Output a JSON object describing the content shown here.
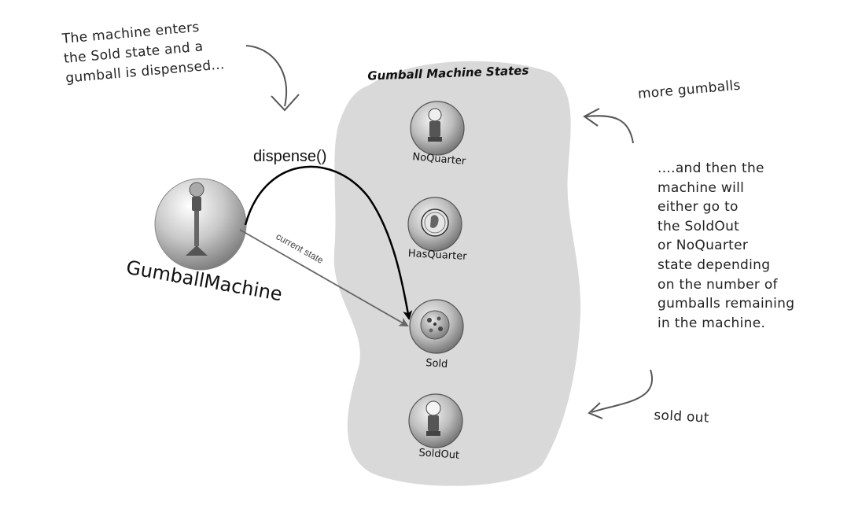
{
  "diagram": {
    "title": "Gumball Machine States",
    "machine_label": "GumballMachine",
    "method_label": "dispense()",
    "pointer_label": "current state",
    "states": [
      {
        "name": "NoQuarter",
        "icon": "gumball-machine-icon"
      },
      {
        "name": "HasQuarter",
        "icon": "quarter-coin-icon"
      },
      {
        "name": "Sold",
        "icon": "gumball-icon"
      },
      {
        "name": "SoldOut",
        "icon": "empty-gumball-machine-icon"
      }
    ],
    "notes": {
      "top_left": [
        "The machine enters",
        "the Sold state and a",
        "gumball is dispensed..."
      ],
      "more_gumballs": "more gumballs",
      "right": [
        "....and then the",
        "machine will",
        "either go to",
        "the SoldOut",
        "or NoQuarter",
        "state depending",
        "on the number of",
        "gumballs remaining",
        "in the machine."
      ],
      "sold_out": "sold out"
    },
    "colors": {
      "state_region": "#d9d9d9",
      "arrow_black": "#000000",
      "arrow_gray": "#666666"
    }
  }
}
